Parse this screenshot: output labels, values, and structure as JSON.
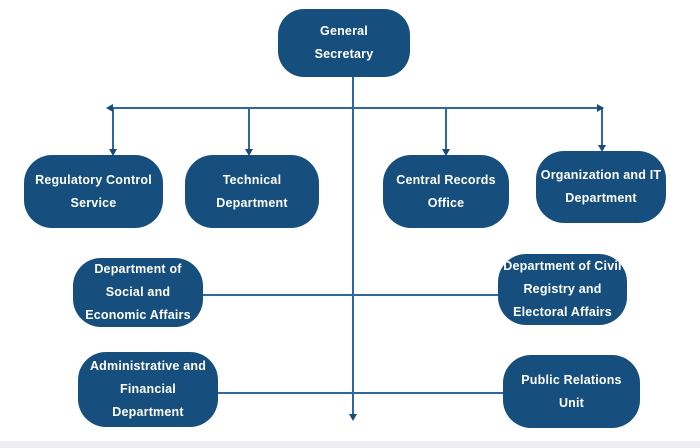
{
  "diagram": {
    "type": "org-chart",
    "structure": {
      "root": "General Secretary",
      "children": [
        "Regulatory Control Service",
        "Technical Department",
        "Central Records Office",
        "Organization and IT Department",
        "Department of Social and Economic Affairs",
        "Department of Civil Registry and Electoral Affairs",
        "Administrative and Financial Department",
        "Public Relations Unit"
      ]
    }
  },
  "colors": {
    "node_fill": "#164e7d",
    "node_text": "#ffffff",
    "connector": "#2e689e",
    "arrowhead": "#1a4c78",
    "footer_bar": "#ededf2",
    "background": "#ffffff"
  },
  "nodes": {
    "general": {
      "label": "General Secretary",
      "lines": [
        "General",
        "Secretary"
      ]
    },
    "regulatory": {
      "label": "Regulatory Control Service",
      "lines": [
        "Regulatory Control",
        "Service"
      ]
    },
    "technical": {
      "label": "Technical Department",
      "lines": [
        "Technical",
        "Department"
      ]
    },
    "central_records": {
      "label": "Central Records Office",
      "lines": [
        "Central Records",
        "Office"
      ]
    },
    "org_it": {
      "label": "Organization and IT Department",
      "lines": [
        "Organization and IT",
        "Department"
      ]
    },
    "social": {
      "label": "Department of Social and Economic Affairs",
      "lines": [
        "Department of",
        "Social and",
        "Economic Affairs"
      ]
    },
    "civil": {
      "label": "Department of Civil Registry and Electoral Affairs",
      "lines": [
        "Department of Civil",
        "Registry and",
        "Electoral Affairs"
      ]
    },
    "admin": {
      "label": "Administrative and Financial Department",
      "lines": [
        "Administrative and",
        "Financial",
        "Department"
      ]
    },
    "public_relations": {
      "label": "Public Relations Unit",
      "lines": [
        "Public Relations",
        "Unit"
      ]
    }
  }
}
